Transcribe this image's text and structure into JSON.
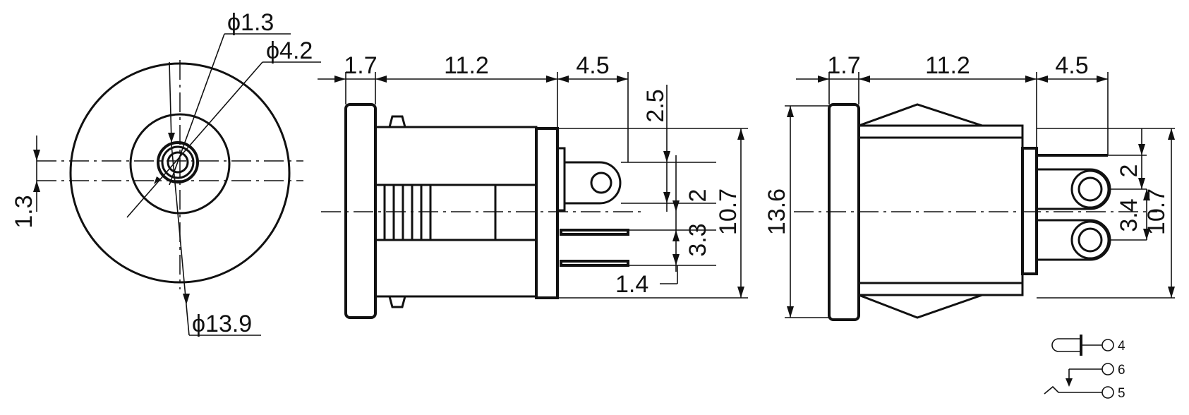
{
  "front_view": {
    "dims": {
      "pin_diameter": "ϕ1.3",
      "bore_diameter": "ϕ4.2",
      "body_diameter": "ϕ13.9",
      "pin_offset": "1.3"
    }
  },
  "side_view": {
    "dims": {
      "flange": "1.7",
      "body": "11.2",
      "terminals": "4.5",
      "tab_offset": "2.5",
      "tab_spacing": "2",
      "pin_spacing": "3.3",
      "height": "10.7",
      "pin_width": "1.4"
    }
  },
  "bottom_view": {
    "dims": {
      "flange": "1.7",
      "body": "11.2",
      "terminals": "4.5",
      "height_total": "13.6",
      "pad_top": "2",
      "pad_spacing": "3.4",
      "height": "10.7"
    }
  },
  "schematic": {
    "pins": [
      "4",
      "6",
      "5"
    ]
  }
}
